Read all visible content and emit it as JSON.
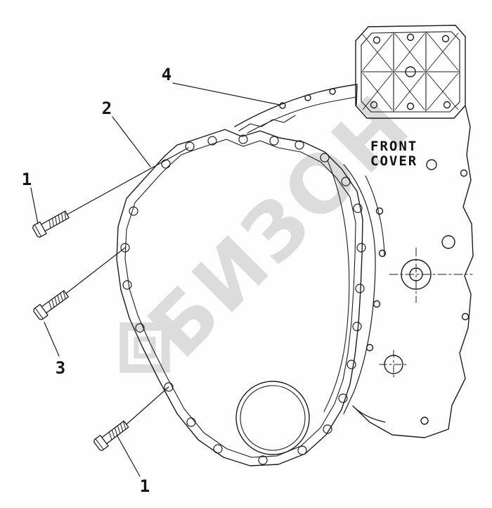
{
  "diagram": {
    "type": "parts-diagram",
    "part_label": "FRONT\nCOVER",
    "watermark_text": "БИЗОН",
    "callouts": [
      {
        "label": "1"
      },
      {
        "label": "2"
      },
      {
        "label": "3"
      },
      {
        "label": "4"
      },
      {
        "label": "1"
      }
    ],
    "colors": {
      "ink": "#1c1c1c",
      "watermark": "#c6c6c6",
      "background": "#fefefe"
    }
  }
}
